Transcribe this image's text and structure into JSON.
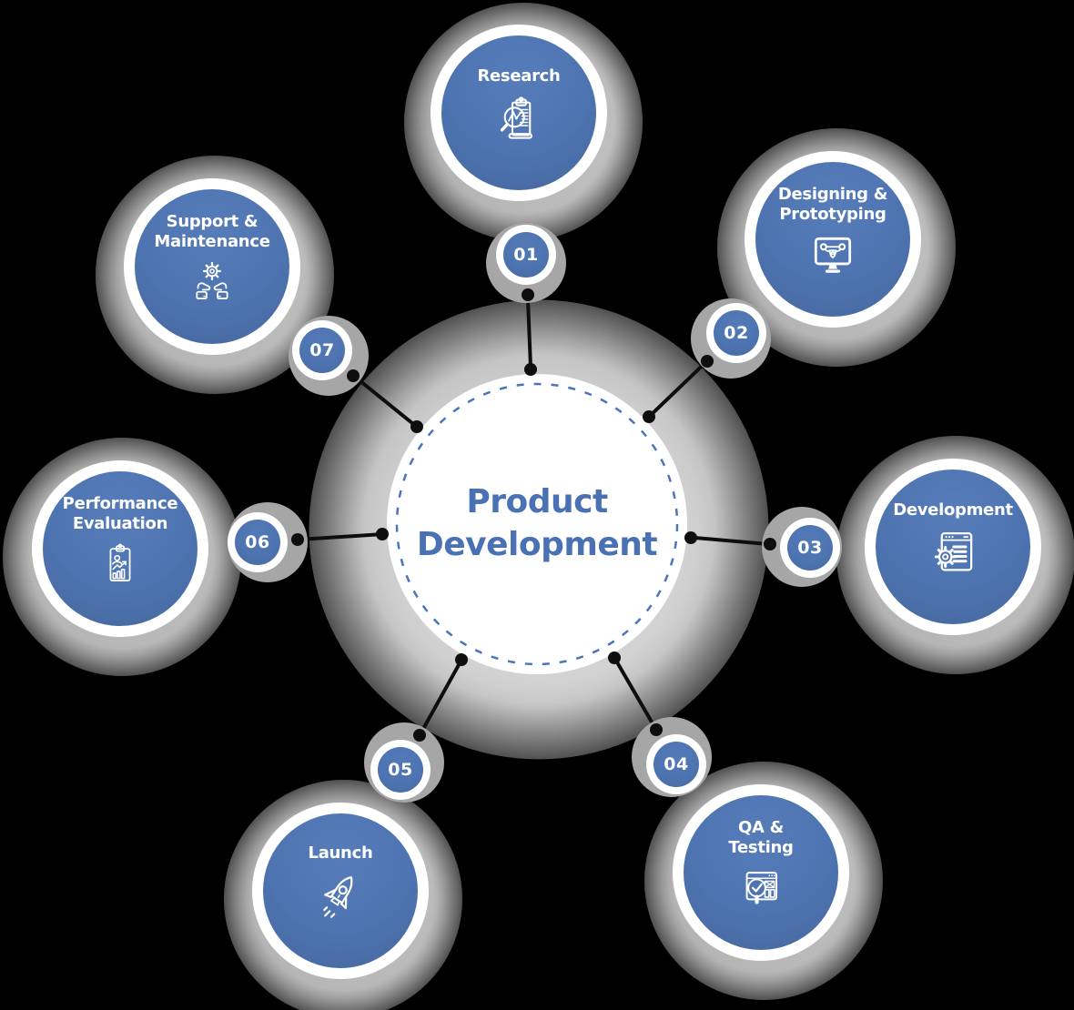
{
  "diagram": {
    "title_line1": "Product",
    "title_line2": "Development",
    "colors": {
      "background": "#000000",
      "node_blue": "#4d73b0",
      "title_blue": "#4a71b4",
      "badge_gray": "#a6a6a6",
      "dashed_ring_blue": "#4a75bb",
      "connector_black": "#0e0e0e",
      "label_white": "#ffffff"
    },
    "nodes": [
      {
        "number": "01",
        "label_line1": "Research",
        "label_line2": "",
        "icon": "research-icon"
      },
      {
        "number": "02",
        "label_line1": "Designing &",
        "label_line2": "Prototyping",
        "icon": "design-prototyping-icon"
      },
      {
        "number": "03",
        "label_line1": "Development",
        "label_line2": "",
        "icon": "development-icon"
      },
      {
        "number": "04",
        "label_line1": "QA &",
        "label_line2": "Testing",
        "icon": "qa-testing-icon"
      },
      {
        "number": "05",
        "label_line1": "Launch",
        "label_line2": "",
        "icon": "launch-icon"
      },
      {
        "number": "06",
        "label_line1": "Performance",
        "label_line2": "Evaluation",
        "icon": "performance-evaluation-icon"
      },
      {
        "number": "07",
        "label_line1": "Support &",
        "label_line2": "Maintenance",
        "icon": "support-maintenance-icon"
      }
    ]
  }
}
